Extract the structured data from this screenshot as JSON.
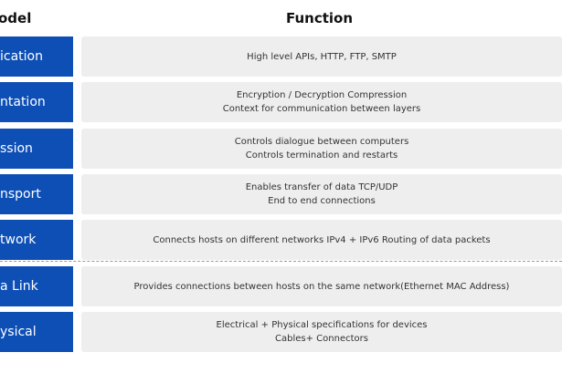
{
  "headers": {
    "model": "odel",
    "function": "Function"
  },
  "rows": [
    {
      "layer": "ication",
      "lines": [
        "High level APIs, HTTP, FTP, SMTP",
        ""
      ]
    },
    {
      "layer": "ntation",
      "lines": [
        "Encryption / Decryption Compression",
        "Context for communication between layers"
      ]
    },
    {
      "layer": "ssion",
      "lines": [
        "Controls dialogue between computers",
        "Controls termination and restarts"
      ]
    },
    {
      "layer": "nsport",
      "lines": [
        "Enables transfer of data TCP/UDP",
        "End to end connections"
      ]
    },
    {
      "layer": "twork",
      "lines": [
        "Connects hosts on different networks IPv4 + IPv6 Routing of data packets",
        ""
      ]
    },
    {
      "layer": "a Link",
      "lines": [
        "Provides connections between hosts on the same network(Ethernet MAC Address)",
        ""
      ]
    },
    {
      "layer": "ysical",
      "lines": [
        "Electrical + Physical specifications for devices",
        "Cables+ Connectors"
      ]
    }
  ],
  "colors": {
    "layer_bg": "#0e4fb6",
    "function_bg": "#eeeeee"
  }
}
